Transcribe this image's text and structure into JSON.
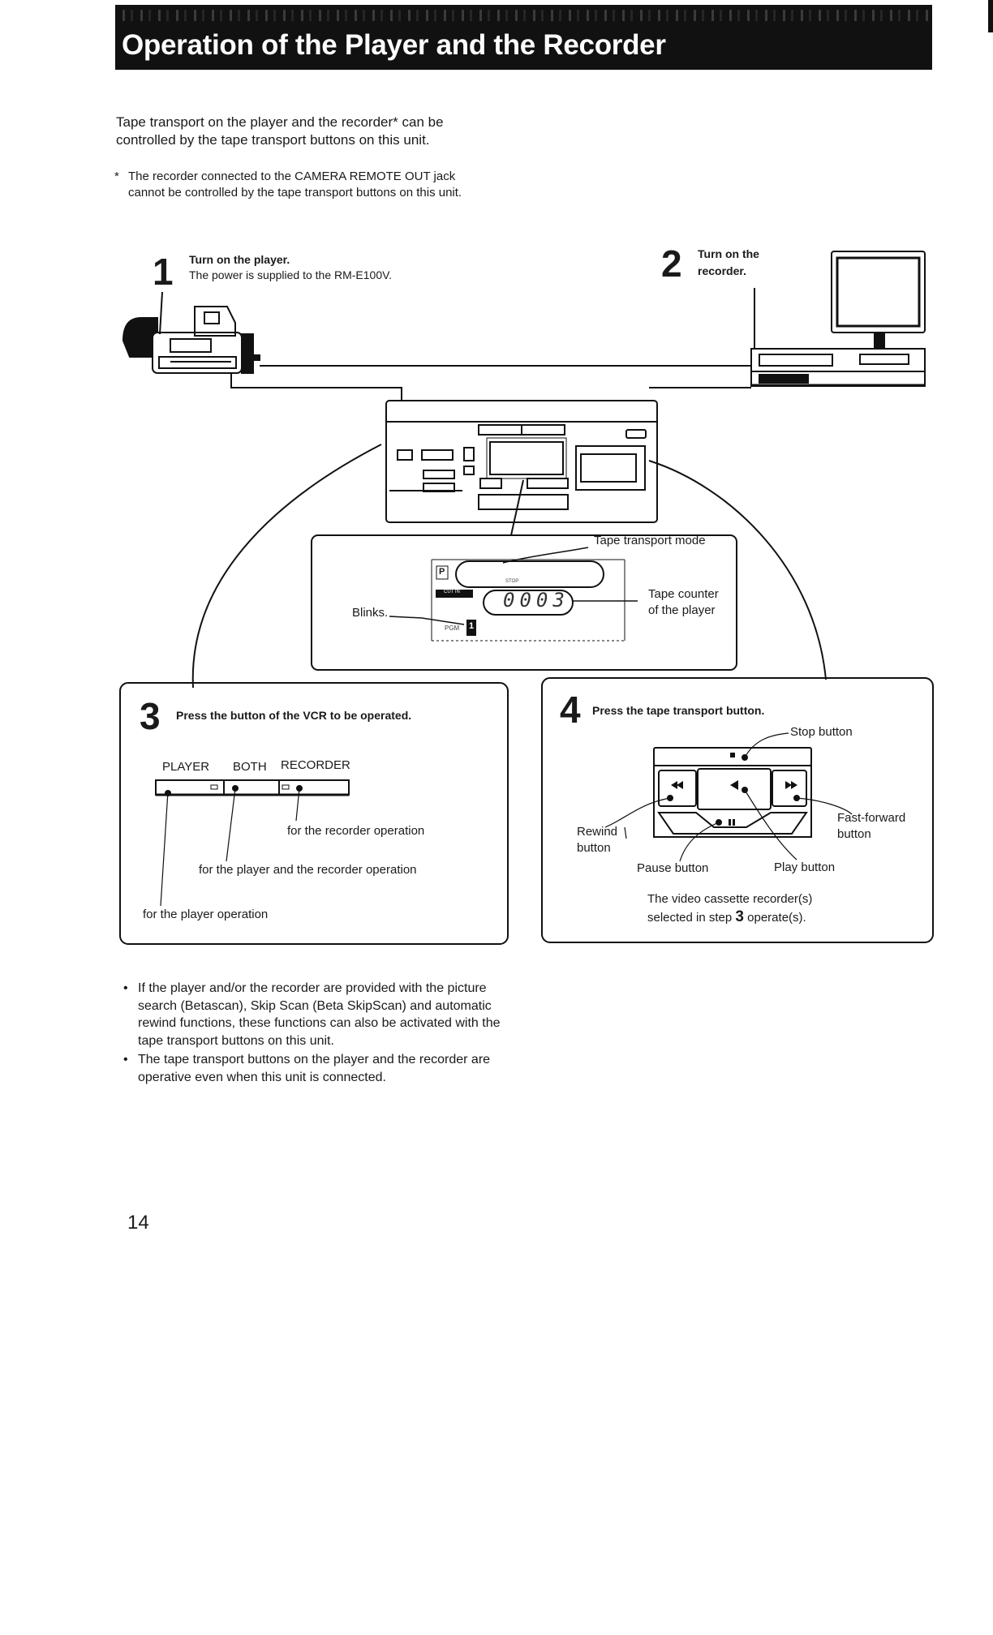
{
  "header": {
    "title": "Operation of the Player and the Recorder"
  },
  "intro": "Tape transport on the player and the recorder* can be controlled by the tape transport buttons on this unit.",
  "note": {
    "marker": "*",
    "text": "The recorder connected to the CAMERA REMOTE OUT jack cannot be controlled by the tape transport buttons on this unit."
  },
  "step1": {
    "number": "1",
    "title": "Turn on the player.",
    "desc": "The power is supplied to the RM-E100V."
  },
  "step2": {
    "number": "2",
    "title_line1": "Turn on the",
    "title_line2": "recorder."
  },
  "display": {
    "tape_transport_mode": "Tape transport mode",
    "tape_counter_line1": "Tape counter",
    "tape_counter_line2": "of the player",
    "blinks": "Blinks.",
    "p_indicator": "P",
    "stop_text": "STOP",
    "cut_in": "CUT IN",
    "counter_value": "0003",
    "pgm": "PGM",
    "pgm_num": "1"
  },
  "step3": {
    "number": "3",
    "title": "Press the button of the VCR to be operated.",
    "labels": {
      "player": "PLAYER",
      "both": "BOTH",
      "recorder": "RECORDER"
    },
    "callouts": {
      "recorder_op": "for the recorder operation",
      "both_op": "for the player and the recorder operation",
      "player_op": "for the player operation"
    }
  },
  "step4": {
    "number": "4",
    "title": "Press the tape transport button.",
    "callouts": {
      "stop": "Stop button",
      "rewind_line1": "Rewind",
      "rewind_line2": "button",
      "ff_line1": "Fast-forward",
      "ff_line2": "button",
      "pause": "Pause button",
      "play": "Play button"
    },
    "footer_line1": "The video cassette recorder(s)",
    "footer_line2_pre": "selected in step",
    "footer_line2_num": "3",
    "footer_line2_post": "operate(s)."
  },
  "bullets": [
    "If the player and/or the recorder are provided with the picture search (Betascan), Skip Scan (Beta SkipScan) and automatic rewind functions, these functions can also be activated with the tape transport buttons on this unit.",
    "The tape transport buttons on the player and the recorder are operative even when this unit is connected."
  ],
  "bullet_marker": "•",
  "page_number": "14"
}
